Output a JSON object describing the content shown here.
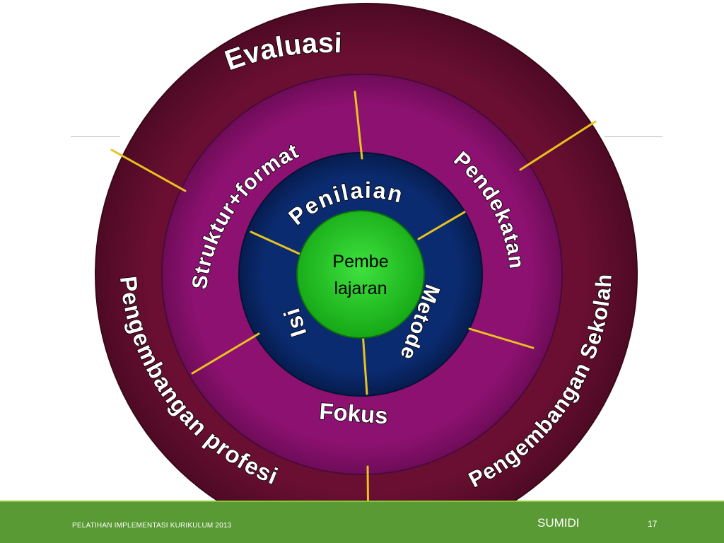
{
  "diagram": {
    "center": {
      "line1": "Pembe",
      "line2": "lajaran"
    },
    "inner_ring": {
      "top": "Penilaian",
      "left": "Isi",
      "right": "Metode"
    },
    "middle_ring": {
      "upper_left": "Struktur+format",
      "right": "Pendekatan",
      "bottom": "Fokus"
    },
    "outer_ring": {
      "top": "Evaluasi",
      "left": "Pengembangan profesi",
      "right": "Pengembangan Sekolah"
    },
    "colors": {
      "outer_ring": "#6b0f32",
      "middle_ring": "#8c1170",
      "inner_ring": "#0a2a6e",
      "center": "#22c722",
      "dividers": "#e8c21f",
      "footer": "#5a9a35"
    }
  },
  "footer": {
    "course": "PELATIHAN IMPLEMENTASI KURIKULUM 2013",
    "author": "SUMIDI",
    "page": "17"
  }
}
